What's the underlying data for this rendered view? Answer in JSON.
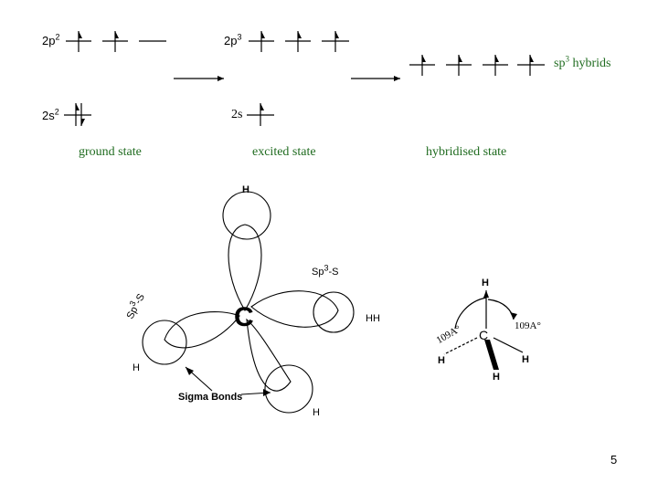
{
  "energy_levels": {
    "ground": {
      "p_prefix": "2p",
      "p_sup": "2",
      "s_prefix": "2s",
      "s_sup": "2",
      "caption": "ground state"
    },
    "excited": {
      "p_prefix": "2p",
      "p_sup": "3",
      "s_text": "2s",
      "caption": "excited state"
    },
    "hybrid": {
      "prefix": "sp",
      "sup": "3",
      "suffix": " hybrids",
      "caption": "hybridised state"
    }
  },
  "orbital_diagram": {
    "atom": "C",
    "hydrogen": "H",
    "hydrogen_right": "HH",
    "hybrid_label_left": "Sp",
    "hybrid_label_left_sup": "3",
    "hybrid_label_left_suffix": "-S",
    "hybrid_label_right": "Sp",
    "hybrid_label_right_sup": "3",
    "hybrid_label_right_suffix": "-S",
    "sigma_label": "Sigma Bonds"
  },
  "tetrahedral": {
    "atom": "C",
    "hydrogen": "H",
    "angle_left": "109A°",
    "angle_right": "109A°"
  },
  "page_number": "5",
  "colors": {
    "caption": "#1f6b1f",
    "ink": "#000000"
  }
}
